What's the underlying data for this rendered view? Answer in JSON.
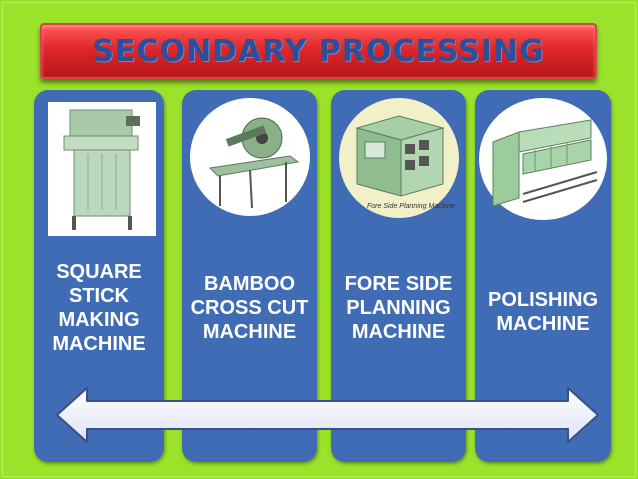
{
  "title": "SECONDARY PROCESSING",
  "colors": {
    "background": "#9be22a",
    "banner": "#e0272a",
    "title_text": "#2d4f9a",
    "column": "#3f6cb5",
    "label_text": "#ffffff",
    "arrow_fill": "#eef1fb"
  },
  "columns": [
    {
      "label": "SQUARE\nSTICK\nMAKING\nMACHINE",
      "image": "square-stick-making-machine-photo"
    },
    {
      "label": "BAMBOO\nCROSS CUT\nMACHINE",
      "image": "bamboo-cross-cut-machine-photo"
    },
    {
      "label": "FORE SIDE\nPLANNING\nMACHINE",
      "image": "fore-side-planning-machine-photo",
      "image_caption": "Fore Side Planning Machine"
    },
    {
      "label": "POLISHING\nMACHINE",
      "image": "polishing-machine-photo"
    }
  ],
  "arrow": "double-headed-arrow"
}
